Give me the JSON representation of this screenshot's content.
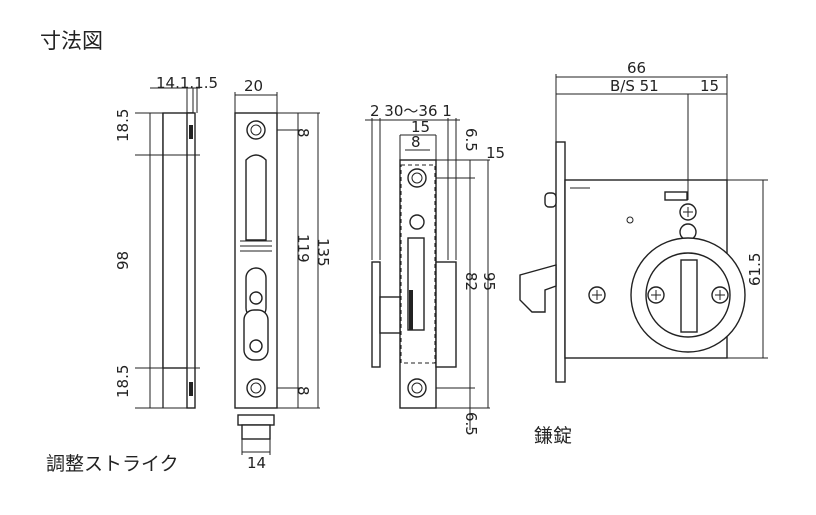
{
  "title": "寸法図",
  "captions": {
    "strike": "調整ストライク",
    "lock": "鎌錠"
  },
  "strike_dims": {
    "top_thickness": "14.1.1.5",
    "width": "20",
    "height_top": "18.5",
    "height_mid": "98",
    "height_bottom": "18.5",
    "hole_top": "8",
    "hole_bottom": "8",
    "span_119": "119",
    "span_135": "135",
    "bottom_width": "14"
  },
  "face_dims": {
    "backset_range": "2 30〜36 1",
    "width_15": "15",
    "width_8": "8",
    "offset_top": "6.5",
    "side_15": "15",
    "span_82": "82",
    "span_95": "95",
    "offset_bottom": "6.5"
  },
  "lock_dims": {
    "overall": "66",
    "backset": "B/S 51",
    "right": "15",
    "case_height": "61.5"
  }
}
